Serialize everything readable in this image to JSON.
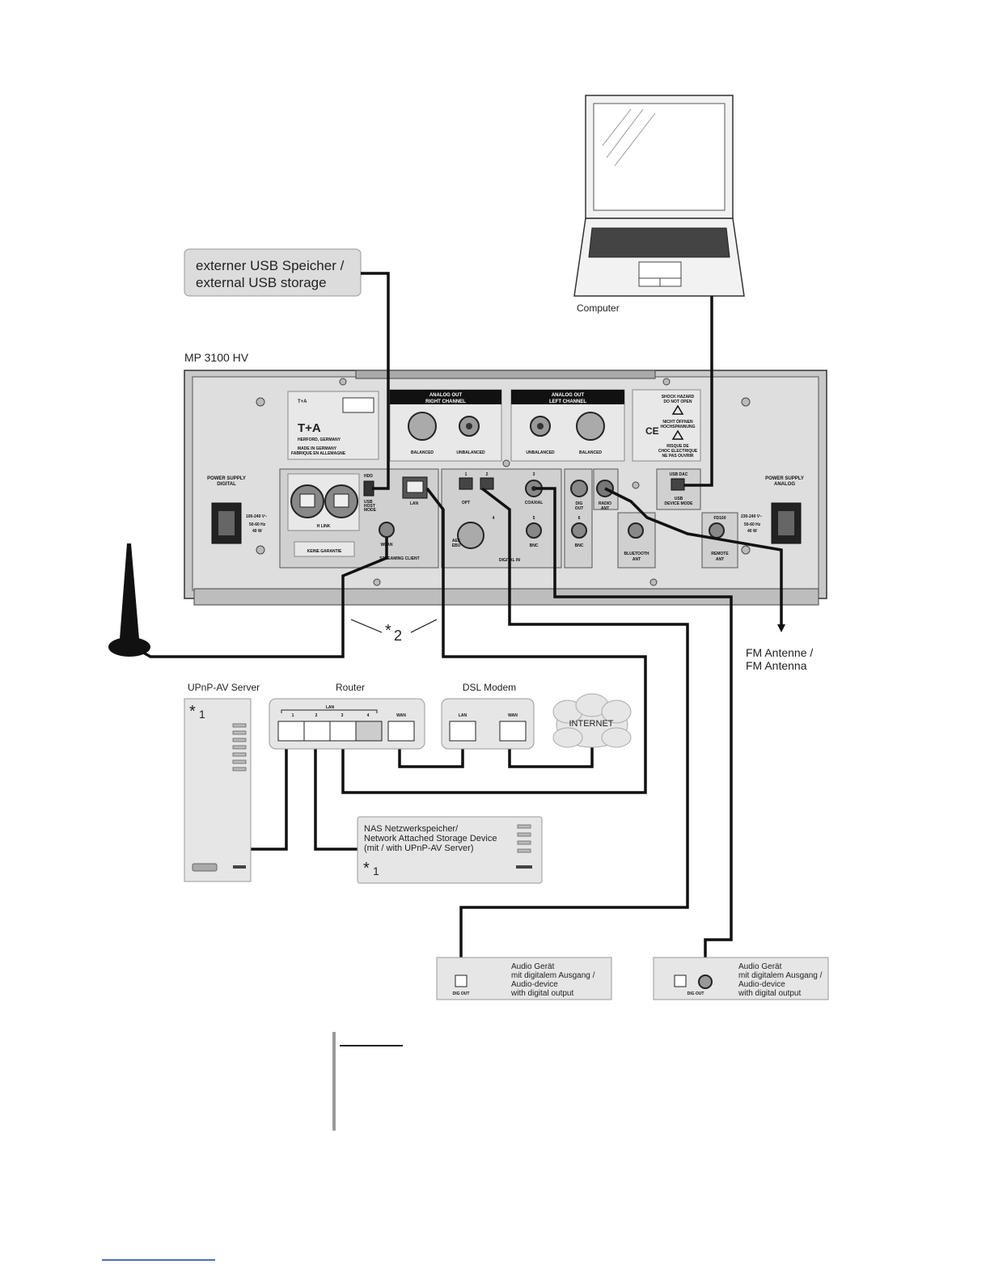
{
  "labels": {
    "usb_storage_line1": "externer USB Speicher /",
    "usb_storage_line2": "external USB storage",
    "computer": "Computer",
    "device_title": "MP 3100 HV",
    "fm_antenna_line1": "FM Antenne /",
    "fm_antenna_line2": "FM Antenna",
    "upnp_server": "UPnP-AV Server",
    "router": "Router",
    "dsl_modem": "DSL Modem",
    "internet": "INTERNET",
    "footnote_star1": "*",
    "footnote_sub1": "1",
    "footnote_star2": "*",
    "footnote_sub2": "2",
    "nas_line1": "NAS Netzwerkspeicher/",
    "nas_line2": "Network Attached Storage Device",
    "nas_line3": "(mit / with UPnP-AV Server)",
    "audio_line1": "Audio Gerät",
    "audio_line2": "mit digitalem Ausgang /",
    "audio_line3": "Audio-device",
    "audio_line4": "with digital output",
    "dig_out": "DIG OUT"
  },
  "router_ports": {
    "lan": "LAN",
    "wan": "WAN",
    "p1": "1",
    "p2": "2",
    "p3": "3",
    "p4": "4"
  },
  "modem_ports": {
    "lan": "LAN",
    "wan": "WAN"
  },
  "panel": {
    "analog_out_right_1": "ANALOG OUT",
    "analog_out_right_2": "RIGHT CHANNEL",
    "analog_out_left_1": "ANALOG OUT",
    "analog_out_left_2": "LEFT CHANNEL",
    "balanced": "BALANCED",
    "unbalanced": "UNBALANCED",
    "power_digital_1": "POWER SUPPLY",
    "power_digital_2": "DIGITAL",
    "power_analog_1": "POWER SUPPLY",
    "power_analog_2": "ANALOG",
    "volt_left_1": "100-240 V~",
    "volt_left_2": "50-60 Hz",
    "volt_left_3": "40 W",
    "volt_right_1": "230-240 V~",
    "volt_right_2": "50-60 Hz",
    "volt_right_3": "40 W",
    "hlink": "H LINK",
    "hdd": "HDD",
    "usb_host_1": "USB",
    "usb_host_2": "HOST",
    "usb_host_3": "MODE",
    "lan": "LAN",
    "wlan": "WLAN",
    "streaming_client": "STREAMING CLIENT",
    "digital_in": "DIGITAL IN",
    "opt": "OPT",
    "coaxial": "COAXIAL",
    "bnc": "BNC",
    "aes_ebu_1": "AES",
    "aes_ebu_2": "EBU",
    "dig_out_1": "DIG",
    "dig_out_2": "OUT",
    "radio_ant_1": "RADIO",
    "radio_ant_2": "ANT",
    "bluetooth_ant_1": "BLUETOOTH",
    "bluetooth_ant_2": "ANT",
    "fd100": "FD100",
    "remote_ant_1": "REMOTE",
    "remote_ant_2": "ANT",
    "usb_dac": "USB DAC",
    "usb_device_1": "USB",
    "usb_device_2": "DEVICE MODE",
    "no_warranty": "KEINE GARANTIE",
    "brand": "T+A",
    "made_in_1": "MADE IN GERMANY",
    "made_in_2": "FABRIQUE EN ALLEMAGNE",
    "herford": "HERFORD, GERMANY",
    "shock_1": "SHOCK HAZARD",
    "shock_2": "DO NOT OPEN",
    "nicht_1": "NICHT ÖFFNEN",
    "nicht_2": "HOCHSPANNUNG",
    "risque_1": "RISQUE DE",
    "risque_2": "CHOC ELECTRIQUE",
    "risque_3": "NE PAS OUVRIR",
    "input_1": "1",
    "input_2": "2",
    "input_3": "3",
    "input_4": "4",
    "input_5": "5",
    "input_6": "6"
  }
}
